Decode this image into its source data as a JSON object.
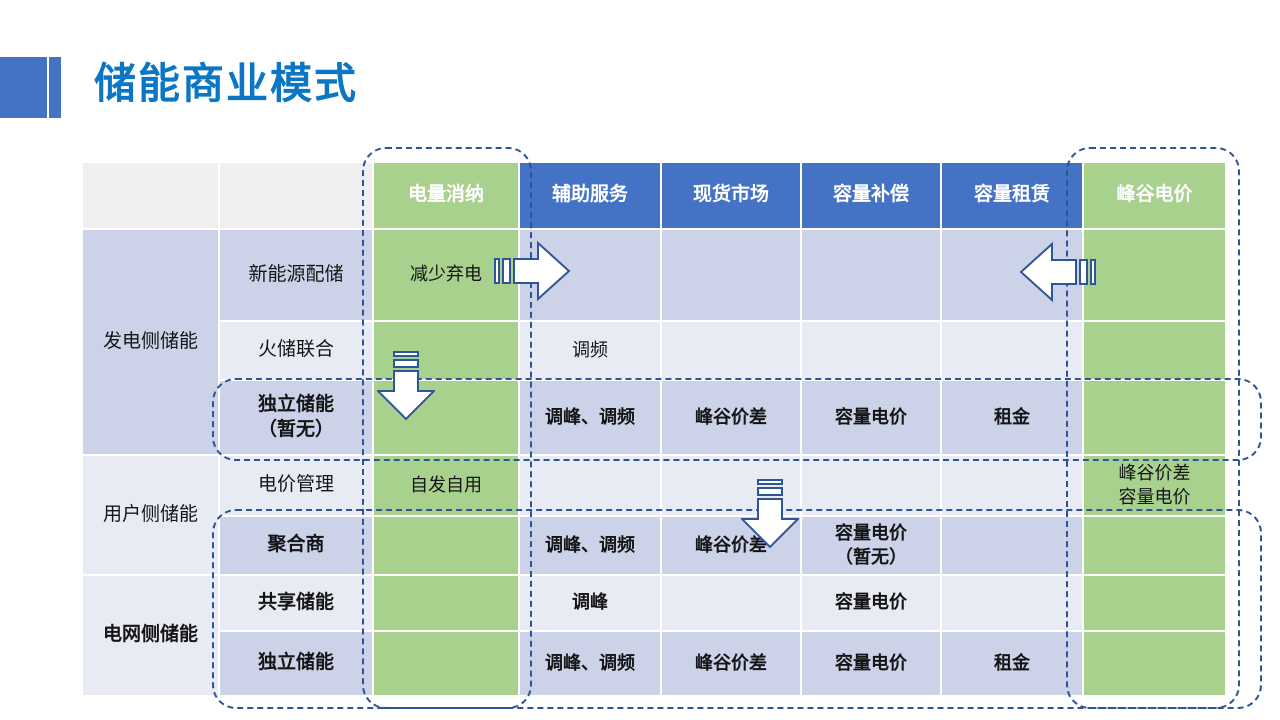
{
  "title": "储能商业模式",
  "colors": {
    "accent_blue": "#4472C4",
    "title_blue": "#0B76C6",
    "green_cell": "#A9D18E",
    "band_dark": "#CCD3E9",
    "band_light": "#E9EBF4",
    "header_gray": "#EFEFF1",
    "dash_outline": "#2F5496",
    "arrow_outline": "#2E5597",
    "arrow_fill": "#FFFFFF"
  },
  "table": {
    "headers": [
      "",
      "",
      "电量消纳",
      "辅助服务",
      "现货市场",
      "容量补偿",
      "容量租赁",
      "峰谷电价"
    ],
    "groups": [
      {
        "label": "发电侧储能",
        "rows": 3,
        "bold": false,
        "band": "dark"
      },
      {
        "label": "用户侧储能",
        "rows": 2,
        "bold": false,
        "band": "light"
      },
      {
        "label": "电网侧储能",
        "rows": 2,
        "bold": true,
        "band": "light"
      }
    ],
    "rows": [
      {
        "label": "新能源配储",
        "bold": false,
        "band": "dark",
        "cells": [
          "减少弃电",
          "",
          "",
          "",
          "",
          ""
        ]
      },
      {
        "label": "火储联合",
        "bold": false,
        "band": "light",
        "cells": [
          "",
          "调频",
          "",
          "",
          "",
          ""
        ]
      },
      {
        "label": "独立储能\n（暂无）",
        "bold": true,
        "band": "dark",
        "cells": [
          "",
          "调峰、调频",
          "峰谷价差",
          "容量电价",
          "租金",
          ""
        ]
      },
      {
        "label": "电价管理",
        "bold": false,
        "band": "light",
        "cells": [
          "自发自用",
          "",
          "",
          "",
          "",
          "峰谷价差\n容量电价"
        ]
      },
      {
        "label": "聚合商",
        "bold": true,
        "band": "dark",
        "cells": [
          "",
          "调峰、调频",
          "峰谷价差",
          "容量电价\n（暂无）",
          "",
          ""
        ]
      },
      {
        "label": "共享储能",
        "bold": true,
        "band": "light",
        "cells": [
          "",
          "调峰",
          "",
          "容量电价",
          "",
          ""
        ]
      },
      {
        "label": "独立储能",
        "bold": true,
        "band": "dark",
        "cells": [
          "",
          "调峰、调频",
          "峰谷价差",
          "容量电价",
          "租金",
          ""
        ]
      }
    ]
  },
  "annotations": {
    "column_highlights": [
      "电量消纳",
      "峰谷电价"
    ],
    "row_highlights": [
      "独立储能（暂无）",
      "聚合商 / 共享储能 / 独立储能"
    ],
    "arrows": [
      "striped-arrow-right",
      "striped-arrow-left",
      "striped-arrow-down-1",
      "striped-arrow-down-2"
    ]
  }
}
